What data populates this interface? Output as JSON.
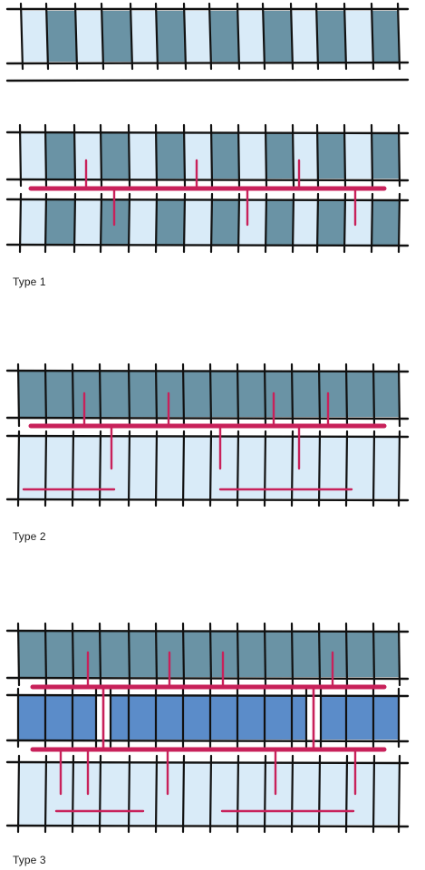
{
  "captions": [
    "Type 1",
    "Type 2",
    "Type 3"
  ],
  "colors": {
    "unit_dark": "#6a93a5",
    "unit_light": "#d9ebf8",
    "unit_mid": "#5b8cc9",
    "corridor": "#c8215a",
    "ink": "#111111",
    "paper": "#ffffff"
  },
  "diagrams": [
    {
      "caption": "Type 1",
      "rows": [
        {
          "pattern": "alternating"
        },
        {
          "pattern": "corridor"
        },
        {
          "pattern": "alternating"
        },
        {
          "pattern": "alternating"
        }
      ]
    },
    {
      "caption": "Type 2",
      "rows": [
        {
          "pattern": "all-dark"
        },
        {
          "pattern": "corridor"
        },
        {
          "pattern": "all-light"
        }
      ]
    },
    {
      "caption": "Type 3",
      "rows": [
        {
          "pattern": "all-dark"
        },
        {
          "pattern": "corridor"
        },
        {
          "pattern": "all-mid"
        },
        {
          "pattern": "corridor"
        },
        {
          "pattern": "all-light"
        }
      ]
    }
  ]
}
